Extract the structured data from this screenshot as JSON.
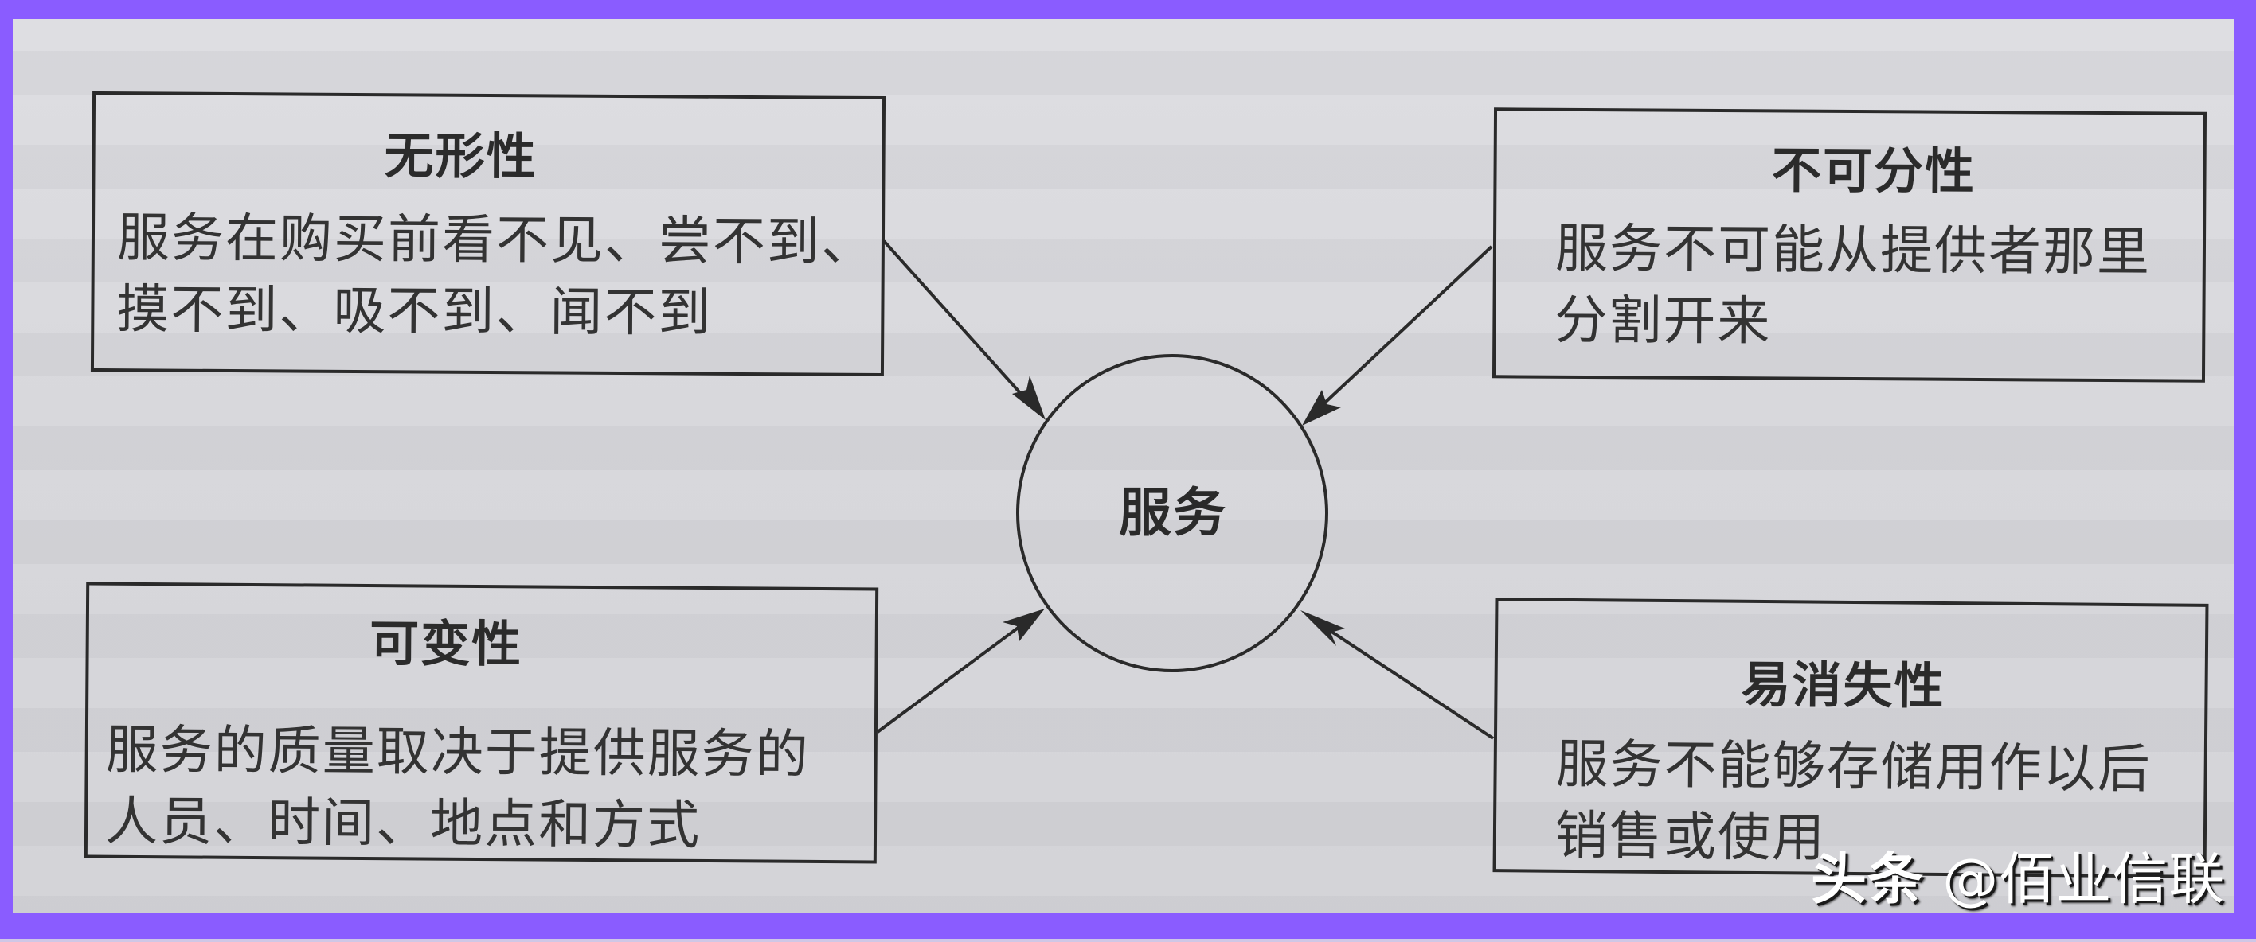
{
  "diagram": {
    "center": {
      "label": "服务"
    },
    "characteristics": [
      {
        "id": "intangibility",
        "title": "无形性",
        "lines": [
          "服务在购买前看不见、尝不到、",
          "摸不到、吸不到、闻不到"
        ],
        "position": "top-left"
      },
      {
        "id": "inseparability",
        "title": "不可分性",
        "lines": [
          "服务不可能从提供者那里",
          "分割开来"
        ],
        "position": "top-right"
      },
      {
        "id": "variability",
        "title": "可变性",
        "lines": [
          "服务的质量取决于提供服务的",
          "人员、时间、地点和方式"
        ],
        "position": "bottom-left"
      },
      {
        "id": "perishability",
        "title": "易消失性",
        "lines": [
          "服务不能够存储用作以后",
          "销售或使用"
        ],
        "position": "bottom-right"
      }
    ],
    "edges": [
      {
        "from": "intangibility",
        "to": "center"
      },
      {
        "from": "inseparability",
        "to": "center"
      },
      {
        "from": "variability",
        "to": "center"
      },
      {
        "from": "perishability",
        "to": "center"
      }
    ]
  },
  "watermark": {
    "brand": "头条",
    "handle": "@佰业信联"
  },
  "colors": {
    "frame": "#8a5cff",
    "paper": "#dcdce0",
    "ink": "#2a2a2a",
    "watermark_text": "#ffffff"
  }
}
